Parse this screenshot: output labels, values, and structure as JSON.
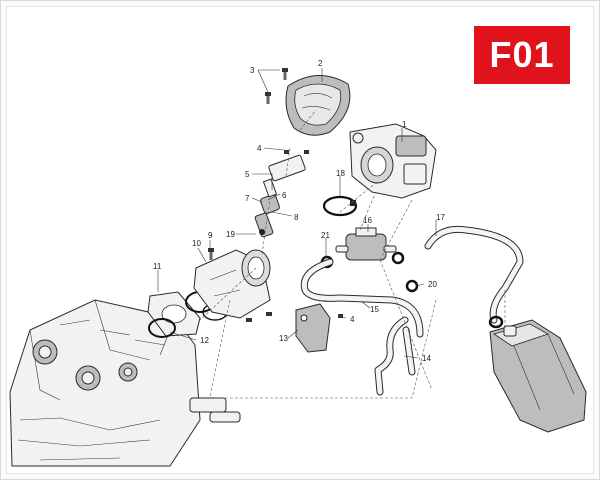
{
  "page_code": "F01",
  "accent_color": "#e0121b",
  "callouts": [
    "1",
    "2",
    "3",
    "4",
    "5",
    "6",
    "7",
    "8",
    "9",
    "10",
    "11",
    "12",
    "13",
    "14",
    "15",
    "16",
    "17",
    "18",
    "19",
    "20",
    "21",
    "4"
  ]
}
